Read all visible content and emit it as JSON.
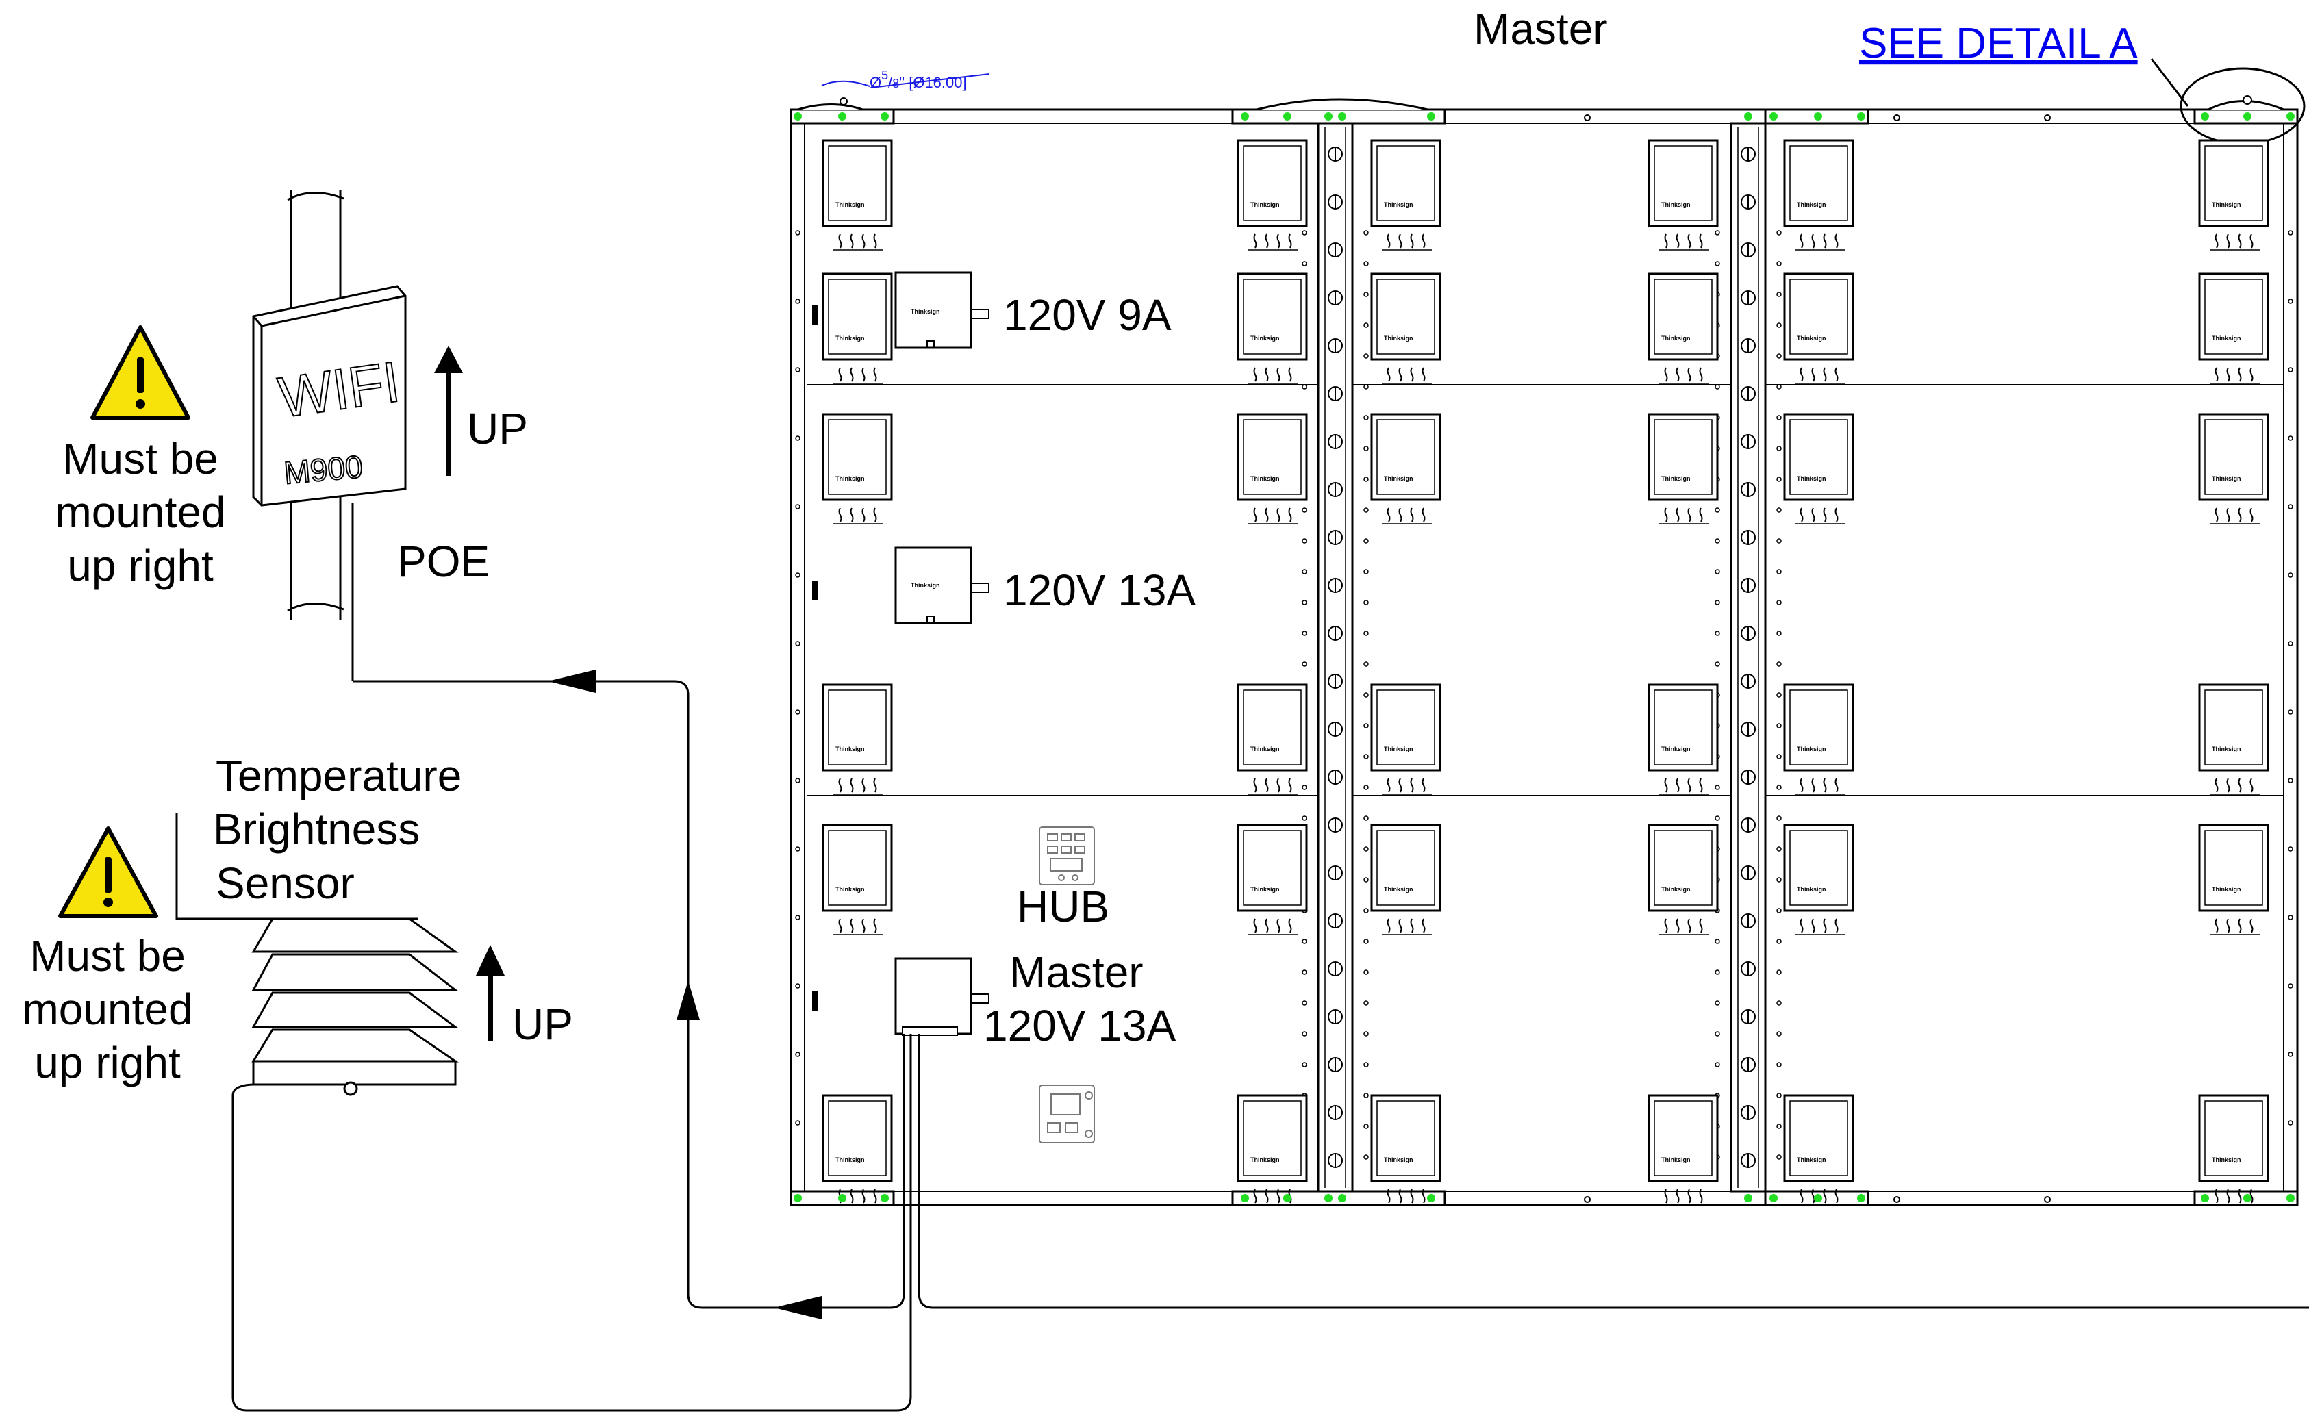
{
  "title": "Master",
  "detail_link": "SEE DETAIL A",
  "hole_dimension": {
    "prefix": "Ø",
    "fraction_num": "5",
    "fraction_den": "8",
    "suffix": "\" [Ø16.00]"
  },
  "wifi": {
    "line1": "WIFI",
    "line2": "M900",
    "up_label": "UP",
    "poe_label": "POE"
  },
  "wifi_warning": {
    "lines": [
      "Must be",
      "mounted",
      "up right"
    ]
  },
  "sensor": {
    "lines": [
      "Temperature",
      "Brightness",
      "Sensor"
    ],
    "up_label": "UP"
  },
  "sensor_warning": {
    "lines": [
      "Must be",
      "mounted",
      "up right"
    ]
  },
  "power_supplies": {
    "ps1": {
      "label": "120V 9A"
    },
    "ps2": {
      "label": "120V 13A"
    },
    "ps3": {
      "label_line1": "Master",
      "label_line2": "120V 13A"
    }
  },
  "hub_label": "HUB",
  "receiver_brand": "Thinksign",
  "colors": {
    "mount_dot": "#22dd22",
    "link": "#0000ee",
    "warning_fill": "#f7e20a",
    "dimension": "#1a1ae6"
  },
  "icons": [
    "warning-icon",
    "up-arrow-icon",
    "hub-board-icon",
    "controller-board-icon",
    "mounting-hole-icon",
    "wifi-antenna-icon",
    "sensor-shield-icon"
  ]
}
